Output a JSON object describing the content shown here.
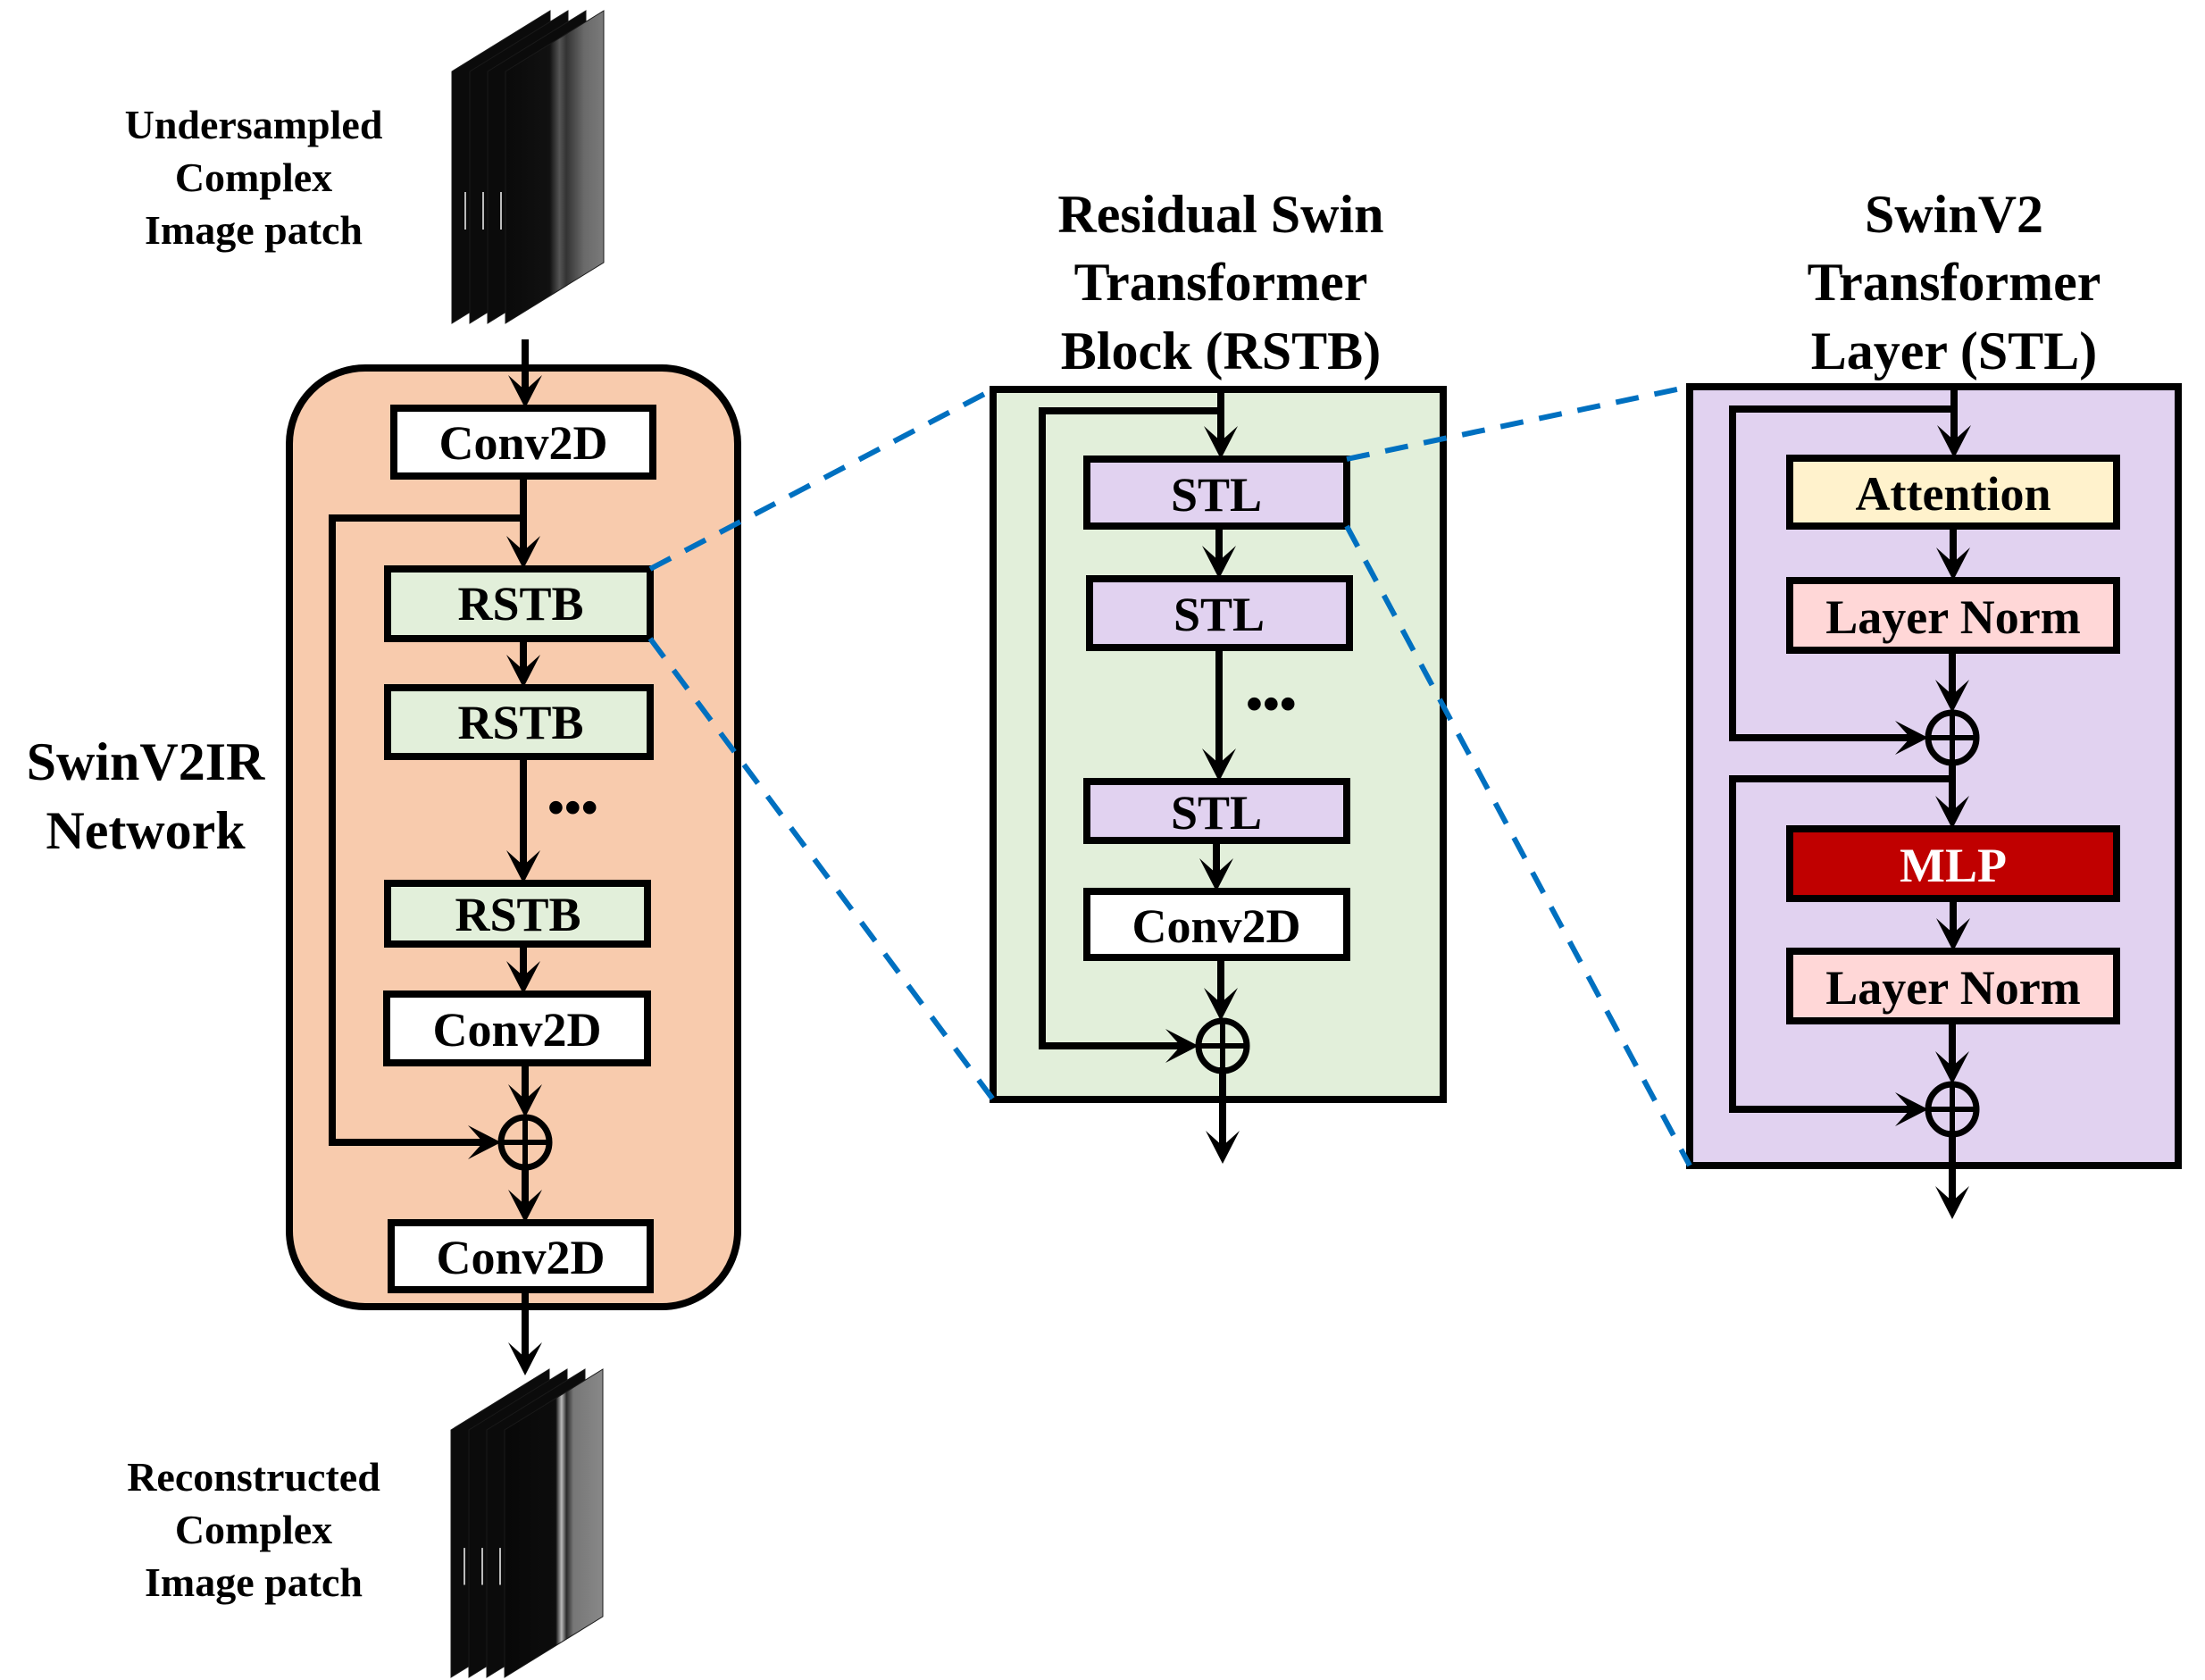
{
  "colors": {
    "network_bg": "#F8CBAD",
    "rstb_fill": "#E2EFDA",
    "stl_fill": "#E1D2F0",
    "conv_fill": "#FFFFFF",
    "attention_fill": "#FFF2CC",
    "layernorm_fill": "#FFD7D7",
    "mlp_fill": "#C00000",
    "mlp_text": "#FFFFFF",
    "dashed_line": "#0070C0",
    "stroke": "#000000"
  },
  "input": {
    "label_lines": [
      "Undersampled",
      "Complex",
      "Image patch"
    ],
    "image": "undersampled-mri-slice-stack"
  },
  "output": {
    "label_lines": [
      "Reconstructed",
      "Complex",
      "Image patch"
    ],
    "image": "reconstructed-mri-slice-stack"
  },
  "network": {
    "label_lines": [
      "SwinV2IR",
      "Network"
    ],
    "blocks": [
      {
        "id": "conv-in",
        "label": "Conv2D",
        "kind": "conv"
      },
      {
        "id": "rstb-1",
        "label": "RSTB",
        "kind": "rstb"
      },
      {
        "id": "rstb-2",
        "label": "RSTB",
        "kind": "rstb"
      },
      {
        "id": "rstb-n",
        "label": "RSTB",
        "kind": "rstb"
      },
      {
        "id": "conv-mid",
        "label": "Conv2D",
        "kind": "conv"
      },
      {
        "id": "conv-out",
        "label": "Conv2D",
        "kind": "conv"
      }
    ],
    "ellipsis": "•••",
    "residual_op": "add"
  },
  "rstb_detail": {
    "title_lines": [
      "Residual Swin",
      "Transformer",
      "Block (RSTB)"
    ],
    "blocks": [
      {
        "id": "stl-1",
        "label": "STL",
        "kind": "stl"
      },
      {
        "id": "stl-2",
        "label": "STL",
        "kind": "stl"
      },
      {
        "id": "stl-n",
        "label": "STL",
        "kind": "stl"
      },
      {
        "id": "conv",
        "label": "Conv2D",
        "kind": "conv"
      }
    ],
    "ellipsis": "•••",
    "residual_op": "add"
  },
  "stl_detail": {
    "title_lines": [
      "SwinV2",
      "Transformer",
      "Layer (STL)"
    ],
    "blocks": [
      {
        "id": "attention",
        "label": "Attention",
        "kind": "attention"
      },
      {
        "id": "layernorm-1",
        "label": "Layer Norm",
        "kind": "layernorm"
      },
      {
        "id": "mlp",
        "label": "MLP",
        "kind": "mlp"
      },
      {
        "id": "layernorm-2",
        "label": "Layer Norm",
        "kind": "layernorm"
      }
    ],
    "residual_op": "add"
  }
}
